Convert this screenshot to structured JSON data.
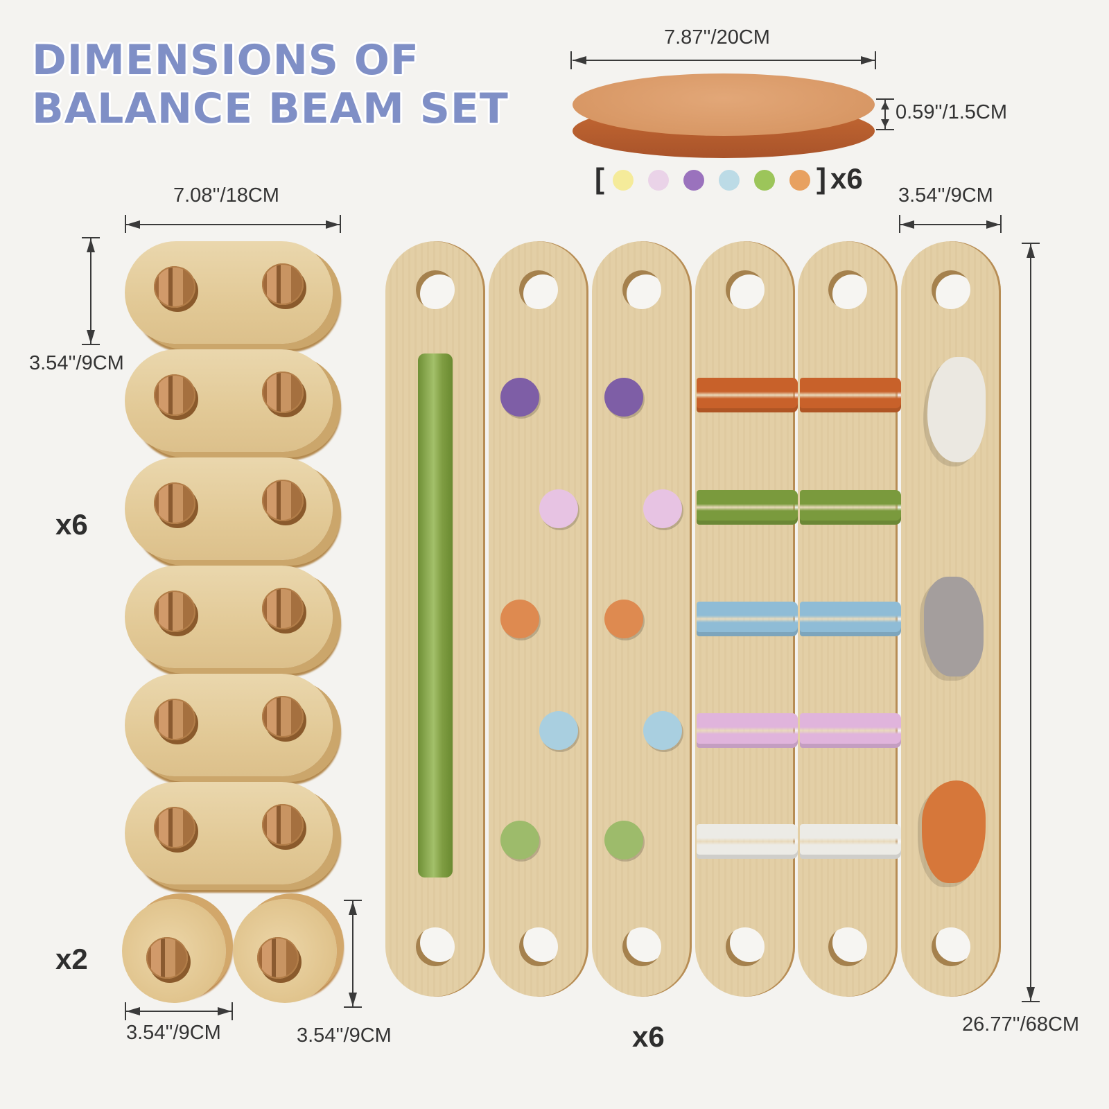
{
  "title": {
    "line1": "DIMENSIONS OF",
    "line2": "BALANCE BEAM SET"
  },
  "disc": {
    "width_label": "7.87''/20CM",
    "thickness_label": "0.59''/1.5CM",
    "color_options": [
      {
        "name": "yellow",
        "color": "#f5eb9a"
      },
      {
        "name": "light-pink",
        "color": "#ead3e8"
      },
      {
        "name": "purple",
        "color": "#9a72bd"
      },
      {
        "name": "light-blue",
        "color": "#bcdbe6"
      },
      {
        "name": "green",
        "color": "#9cc55a"
      },
      {
        "name": "orange",
        "color": "#e8a160"
      }
    ],
    "bracket_open": "[",
    "bracket_close": "]",
    "quantity": "x6"
  },
  "connector": {
    "length_label": "7.08''/18CM",
    "width_label": "3.54''/9CM",
    "quantity": "x6"
  },
  "end_cap": {
    "diameter_label": "3.54''/9CM",
    "height_label": "3.54''/9CM",
    "quantity": "x2"
  },
  "beam": {
    "width_label": "3.54''/9CM",
    "length_label": "26.77''/68CM",
    "quantity": "x6",
    "rod_colors": [
      "#c8612a",
      "#7a9a3d",
      "#8fbcd6",
      "#e0b4dc",
      "#ecebe6"
    ],
    "dot_colors": [
      "#7e5ea6",
      "#e7c3e3",
      "#de8a50",
      "#a9cfe0",
      "#9dbb6b"
    ],
    "stone_colors": [
      "#ebe8e1",
      "#a49e9d",
      "#d6773a"
    ]
  }
}
